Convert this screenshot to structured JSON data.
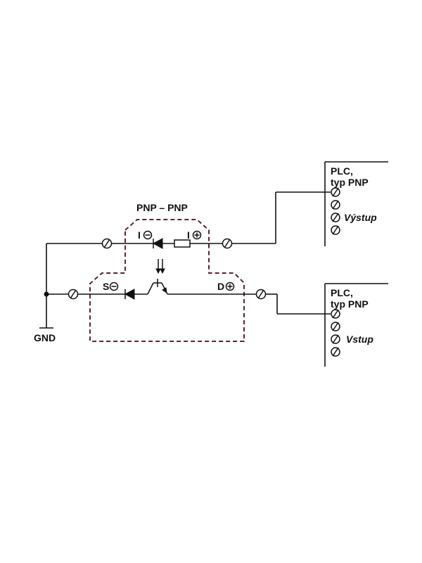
{
  "diagram": {
    "sensor_label": "PNP – PNP",
    "gnd_label": "GND",
    "emitter": {
      "minus_label": "I",
      "plus_label": "I"
    },
    "receiver": {
      "source_label": "S",
      "drain_label": "D"
    },
    "plc_output_block": {
      "title_line1": "PLC,",
      "title_line2": "typ PNP",
      "terminal_label": "Výstup"
    },
    "plc_input_block": {
      "title_line1": "PLC,",
      "title_line2": "typ PNP",
      "terminal_label": "Vstup"
    },
    "colors": {
      "wire": "#111111",
      "housing_dashed": "#5b2333",
      "background": "#ffffff"
    },
    "icons": [
      "screw-terminal-icon",
      "diode-icon",
      "resistor-icon",
      "phototransistor-icon",
      "light-arrows-icon",
      "ground-icon"
    ]
  }
}
